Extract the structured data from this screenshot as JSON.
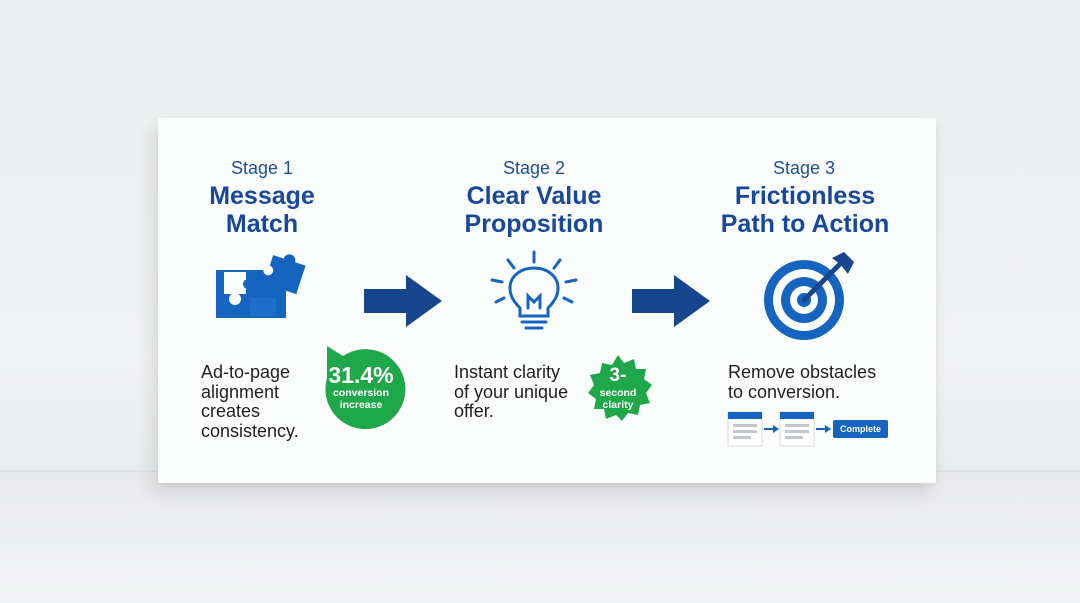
{
  "stages": [
    {
      "label": "Stage 1",
      "title": "Message\nMatch",
      "description": "Ad-to-page\nalignment\ncreates\nconsistency.",
      "icon": "puzzle-icon",
      "badge": {
        "value": "31.4%",
        "caption": "conversion\nincrease",
        "color": "#1fa84a"
      }
    },
    {
      "label": "Stage 2",
      "title": "Clear Value\nProposition",
      "description": "Instant clarity\nof your unique\noffer.",
      "icon": "lightbulb-icon",
      "badge": {
        "value": "3-",
        "caption": "second\nclarity",
        "color": "#1fa84a"
      }
    },
    {
      "label": "Stage 3",
      "title": "Frictionless\nPath to Action",
      "description": "Remove obstacles\nto conversion.",
      "icon": "target-icon",
      "flow": {
        "button_label": "Complete"
      }
    }
  ],
  "colors": {
    "primary": "#17489a",
    "accent": "#1565c0",
    "arrow": "#17468c",
    "badge": "#1fa84a"
  }
}
